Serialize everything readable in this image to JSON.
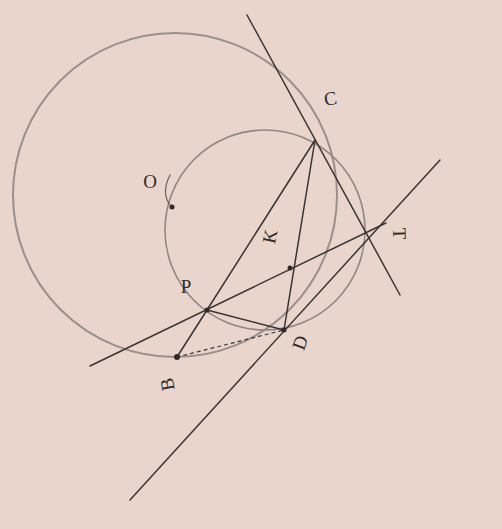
{
  "diagram": {
    "labels": [
      "O",
      "C",
      "K",
      "T",
      "P",
      "D",
      "B"
    ]
  }
}
